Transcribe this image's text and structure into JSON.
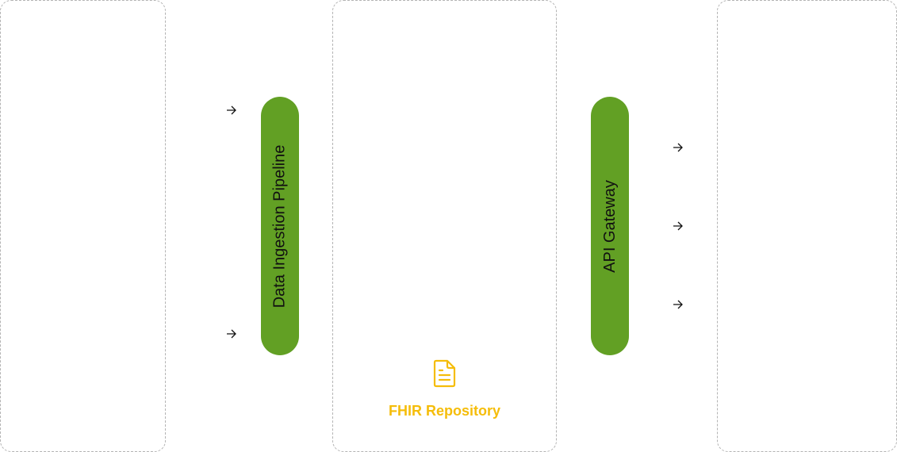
{
  "diagram": {
    "groups": [
      {
        "id": "left",
        "label": ""
      },
      {
        "id": "middle",
        "label": ""
      },
      {
        "id": "right",
        "label": ""
      }
    ],
    "nodes": {
      "ingestion": {
        "label": "Data Ingestion Pipeline",
        "color": "#62a024"
      },
      "gateway": {
        "label": "API Gateway",
        "color": "#62a024"
      },
      "fhir": {
        "label": "FHIR Repository",
        "icon": "document-icon",
        "color": "#f5bd0a"
      }
    },
    "edges": [
      {
        "from": "left-group",
        "to": "ingestion"
      },
      {
        "from": "left-group",
        "to": "ingestion"
      },
      {
        "from": "gateway",
        "to": "right-group"
      },
      {
        "from": "gateway",
        "to": "right-group"
      },
      {
        "from": "gateway",
        "to": "right-group"
      }
    ]
  }
}
